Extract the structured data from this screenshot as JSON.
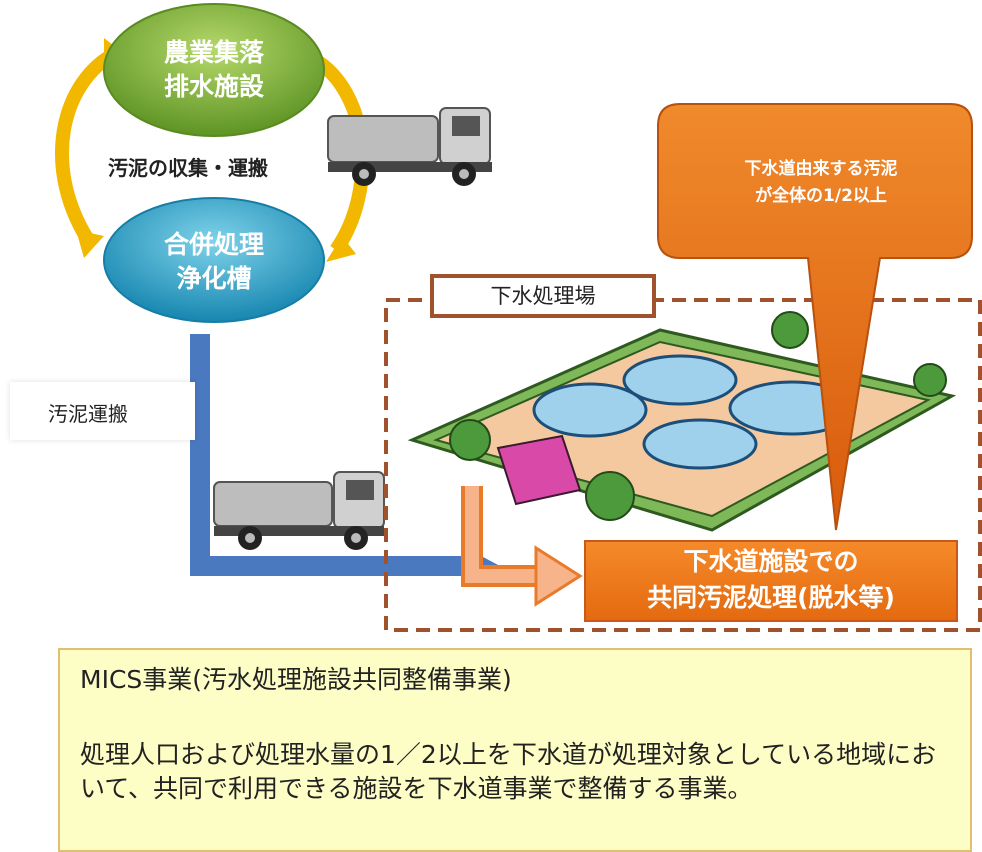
{
  "nodes": {
    "green_oval_line1": "農業集落",
    "green_oval_line2": "排水施設",
    "blue_oval_line1": "合併処理",
    "blue_oval_line2": "浄化槽",
    "collect_label": "汚泥の収集・運搬",
    "haul_label": "汚泥運搬",
    "plant_label": "下水処理場",
    "bubble_line1": "下水道由来する汚泥",
    "bubble_line2": "が全体の1/2以上",
    "treat_line1": "下水道施設での",
    "treat_line2": "共同汚泥処理(脱水等)"
  },
  "info": {
    "title": "MICS事業(汚水処理施設共同整備事業)",
    "body": "処理人口および処理水量の1／2以上を下水道が処理対象としている地域において、共同で利用できる施設を下水道事業で整備する事業。"
  },
  "colors": {
    "green_oval": "#7fb03a",
    "blue_oval": "#2aa7c9",
    "cycle_arrow": "#f2b800",
    "haul_arrow": "#4a79c0",
    "bubble": "#e46a10",
    "plant_border": "#a0522d",
    "info_bg": "#fdfdc6"
  },
  "icons": [
    "tank-truck-icon",
    "tank-truck-icon",
    "treatment-plant-icon"
  ]
}
